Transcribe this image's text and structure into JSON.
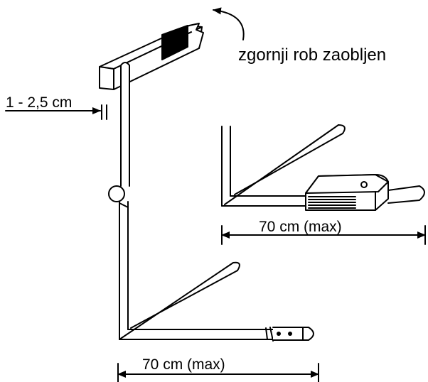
{
  "labels": {
    "top_edge_note": "zgornji rob zaobljen",
    "gap_dimension": "1 - 2,5 cm",
    "inset_width": "70 cm (max)",
    "main_width": "70 cm (max)"
  },
  "colors": {
    "stroke": "#000000",
    "fill": "#ffffff",
    "dark_band": "#000000"
  }
}
